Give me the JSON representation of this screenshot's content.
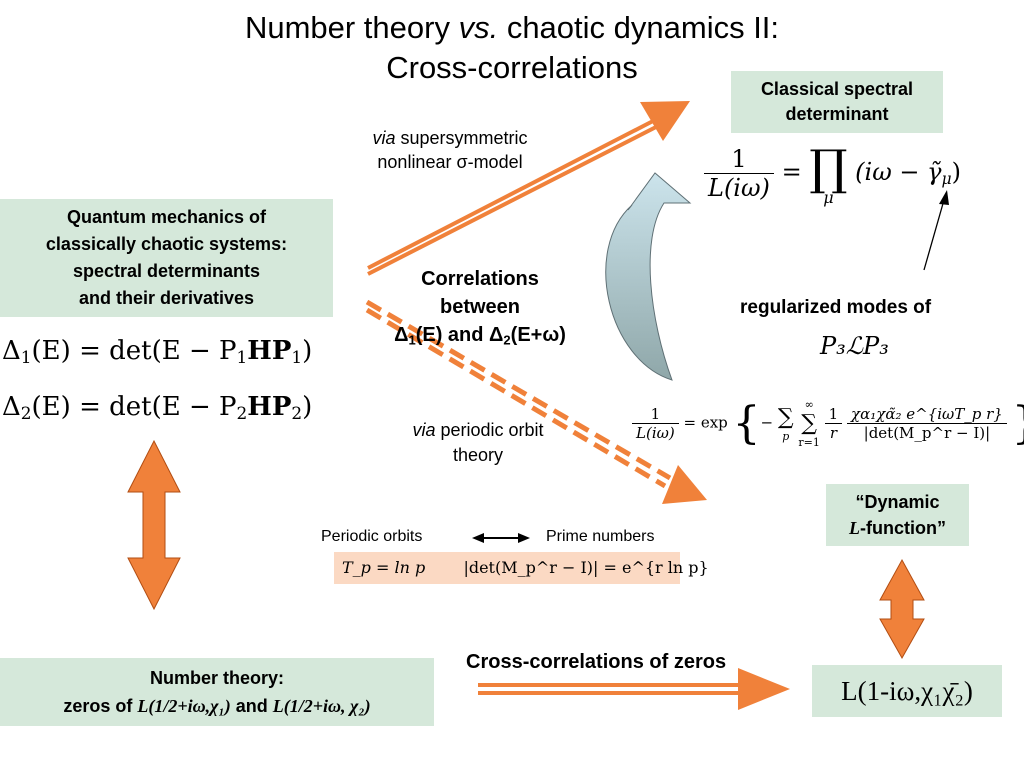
{
  "title": {
    "line1_a": "Number theory ",
    "line1_b": "vs.",
    "line1_c": " chaotic dynamics II:",
    "line2": "Cross-correlations"
  },
  "qm_box": {
    "line1": "Quantum mechanics of",
    "line2": "classically chaotic systems:",
    "line3": "spectral determinants",
    "line4": "and their derivatives"
  },
  "delta1": {
    "lhs": "Δ",
    "sub": "1",
    "arg": "(E) = det(E − P",
    "p_sub": "1",
    "mid": "HP",
    "end": ")"
  },
  "delta2": {
    "lhs": "Δ",
    "sub": "2",
    "arg": "(E) = det(E − P",
    "p_sub": "2",
    "mid": "HP",
    "end": ")"
  },
  "classical_box": {
    "line1": "Classical spectral",
    "line2": "determinant"
  },
  "classical_formula": {
    "num": "1",
    "den": "L(iω)",
    "eq": "=",
    "prod": "∏",
    "prod_sub": "μ",
    "rhs": "(iω − γ̃",
    "rhs_sub": "μ",
    "rhs_end": ")"
  },
  "via_susy": {
    "via": "via",
    "line1": " supersymmetric",
    "line2": "nonlinear σ-model"
  },
  "correlations": {
    "line1": "Correlations",
    "line2": "between",
    "d1": "Δ",
    "d1_sub": "1",
    "d1_arg": "(E)",
    "and": " and ",
    "d2": "Δ",
    "d2_sub": "2",
    "d2_arg": "(E+ω)"
  },
  "regularized": {
    "line1": "regularized modes of",
    "formula": "P₃ℒP₃"
  },
  "via_po": {
    "via": "via",
    "line1": " periodic orbit",
    "line2": "theory"
  },
  "dynamic_formula": {
    "num": "1",
    "den": "L(iω)",
    "eq": "= exp",
    "sum1": "∑",
    "sum1_sub": "p",
    "sum2": "∑",
    "sum2_sup": "∞",
    "sum2_sub": "r=1",
    "frac1_num": "1",
    "frac1_den": "r",
    "frac2_num": "χα₁χα̃₂ e^{iωT_p r}",
    "frac2_den": "|det(M_p^r − I)|"
  },
  "dynamic_box": {
    "line1": "“Dynamic",
    "l_letter": "L",
    "line2_rest": "-function”"
  },
  "periodic_orbits": {
    "left": "Periodic orbits",
    "right": "Prime numbers"
  },
  "po_formula": {
    "f1": "T_p = ln p",
    "f2": "|det(M_p^r − I)| = e^{r ln p}"
  },
  "number_theory_box": {
    "line1": "Number theory:",
    "line2_a": "zeros of ",
    "line2_b": "L(1/2+iω,χ₁)",
    "line2_c": " and ",
    "line2_d": "L(1/2+iω, χ₂)"
  },
  "cross_corr": {
    "label": "Cross-correlations of zeros"
  },
  "l_box": {
    "text": "L(1-iω,χ₁χ̄₂)"
  },
  "colors": {
    "box_bg": "#d5e8da",
    "arrow_orange": "#f0813a",
    "arrow_border": "#b24d12",
    "curved_top": "#cce4ec",
    "curved_bottom": "#8fa7a9",
    "po_band": "#fbd9c3"
  }
}
